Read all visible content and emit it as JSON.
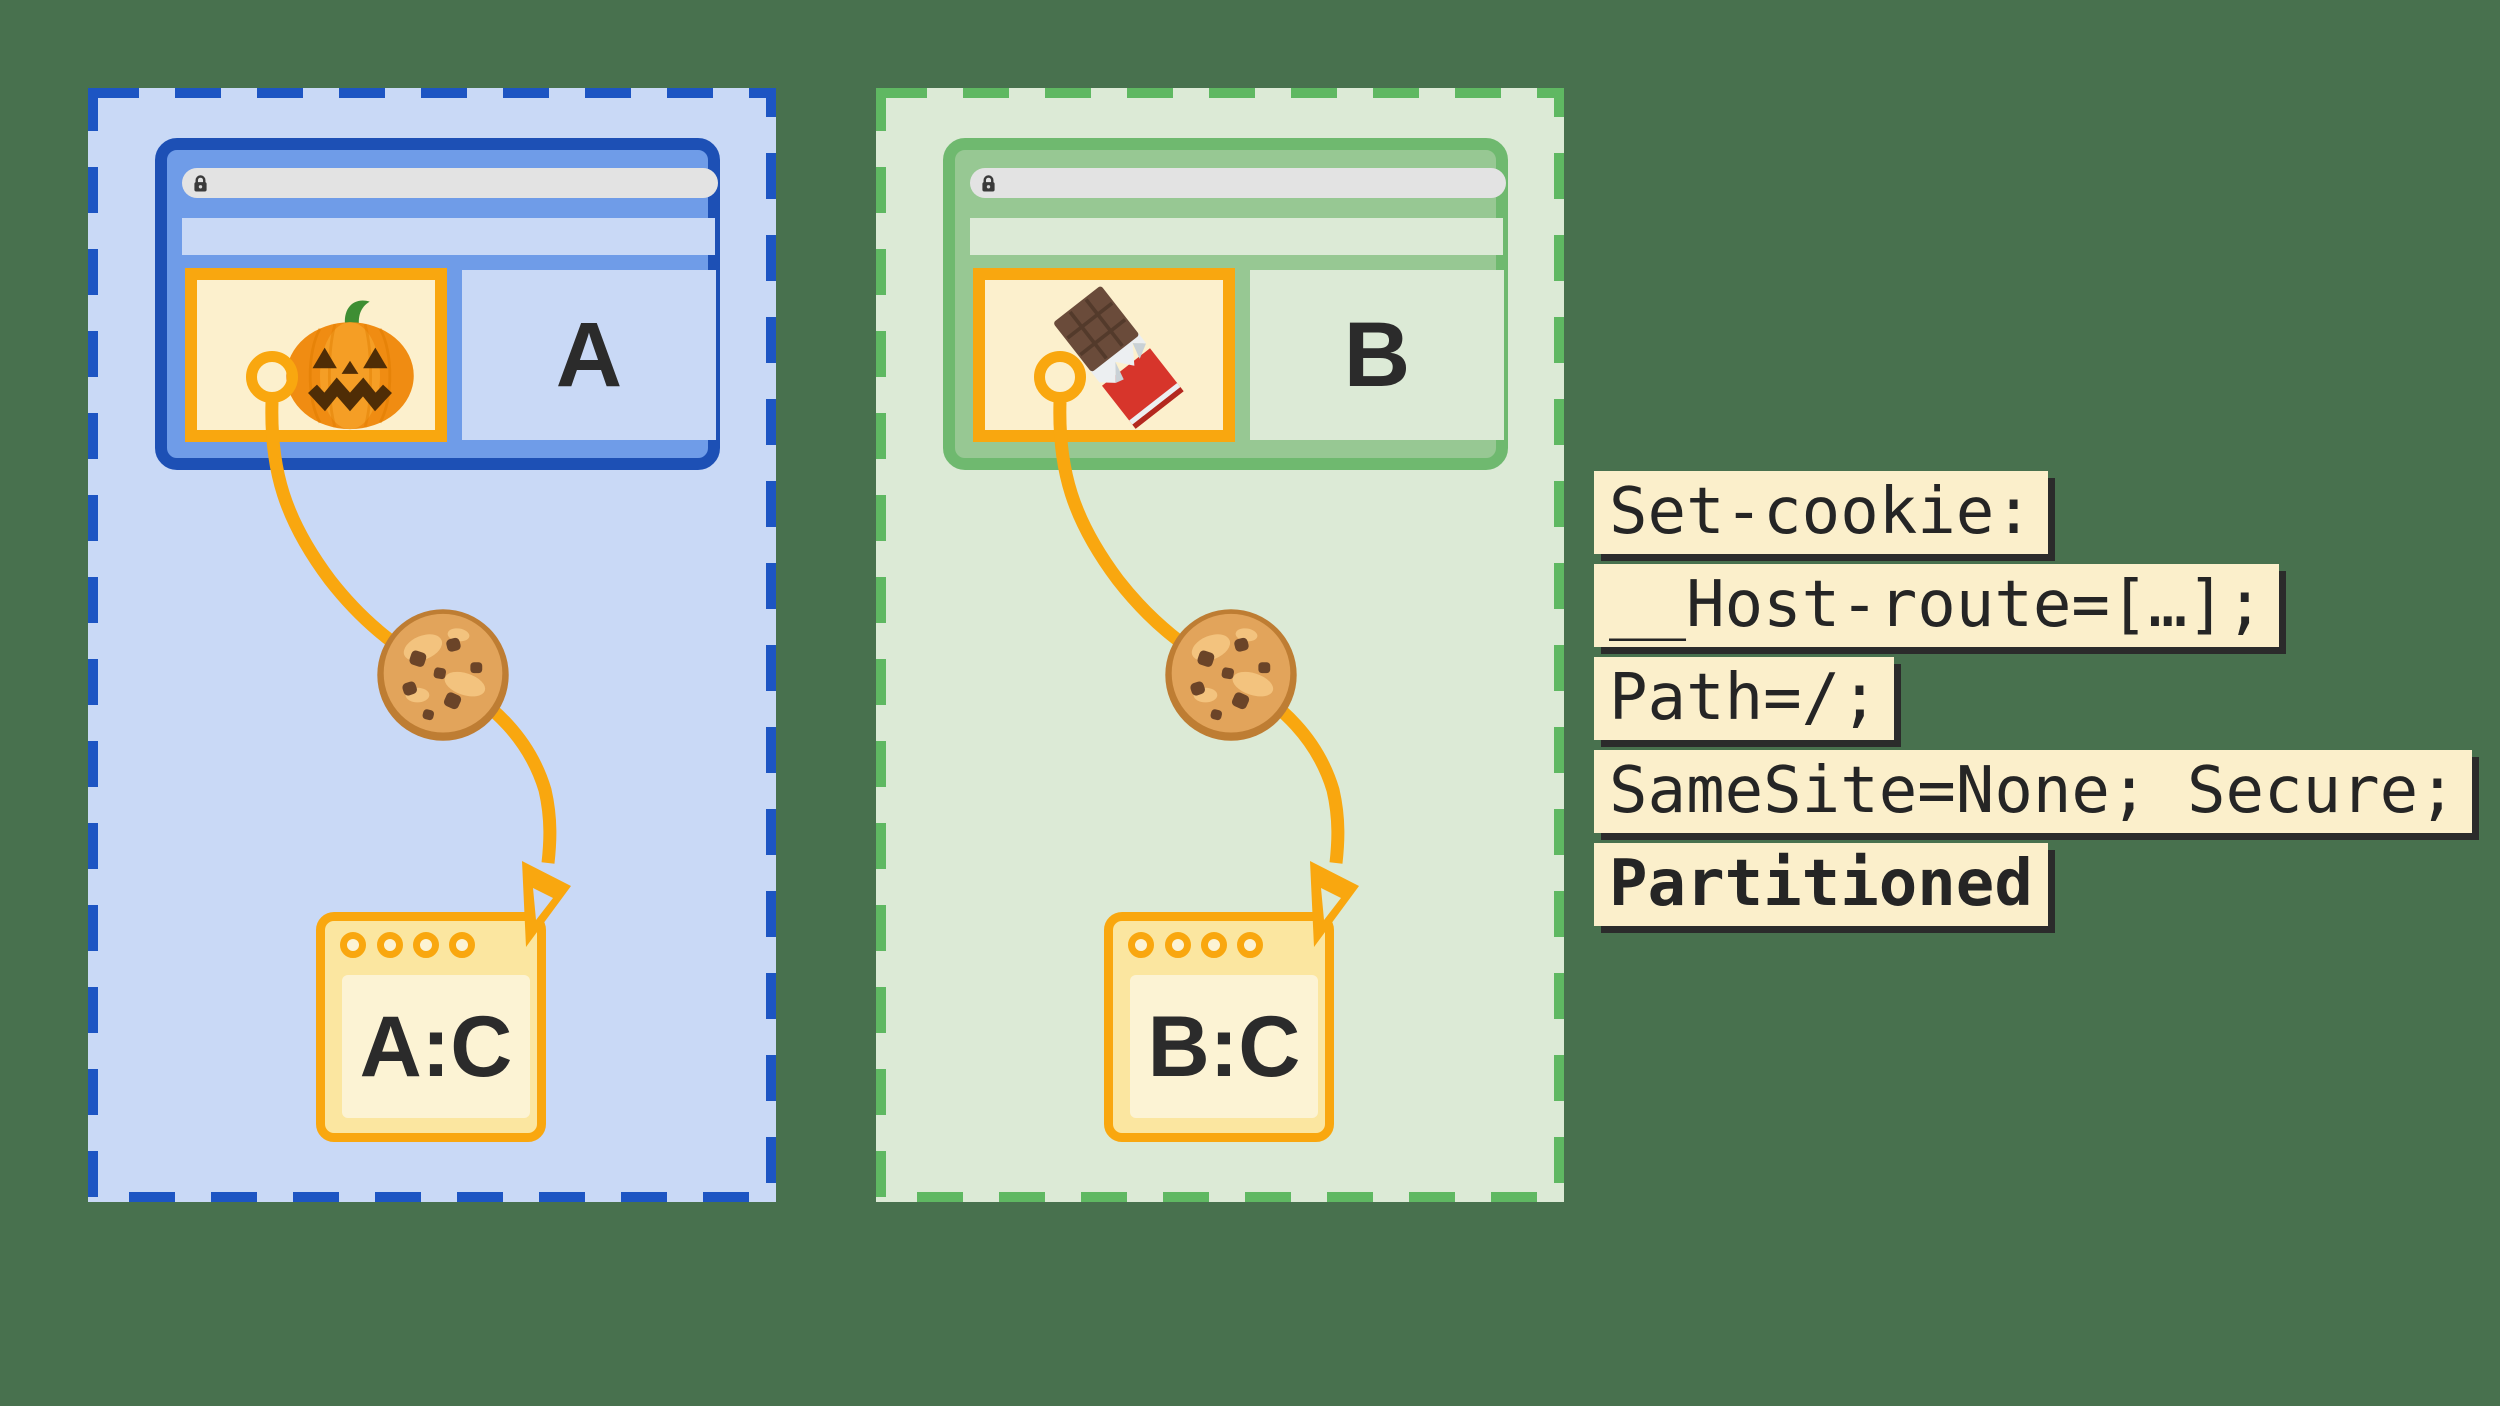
{
  "background_color": "#48714E",
  "partitions": [
    {
      "name": "partition-site-a",
      "site_label": "A",
      "storage_label": "A:C",
      "iframe_icon": "pumpkin-icon",
      "colors": {
        "container_fill": "#C9D9F6",
        "dash": "#1D55C3",
        "window_border": "#1D50B5",
        "window_fill": "#6F9CE8",
        "pane_fill": "#C9D9F6"
      }
    },
    {
      "name": "partition-site-b",
      "site_label": "B",
      "storage_label": "B:C",
      "iframe_icon": "chocolate-bar-icon",
      "colors": {
        "container_fill": "#DCEAD6",
        "dash": "#5FB862",
        "window_border": "#6FB96F",
        "window_fill": "#97C893",
        "pane_fill": "#DCEAD6"
      }
    }
  ],
  "shared_colors": {
    "url_bar_fill": "#E3E3E3",
    "lock_icon": "#3A3A3A",
    "accent_orange": "#F9A70F",
    "iframe_fill": "#FCF0CD",
    "storage_header_fill": "#FBE6A0",
    "storage_inner_fill": "#FCF3D4",
    "label_text": "#2B2B2B",
    "code_text": "#252525",
    "code_highlight": "#FBEFCB",
    "code_shadow": "#2B2B2B"
  },
  "code_block": {
    "lines": [
      {
        "text": "Set-cookie:",
        "bold": false
      },
      {
        "text": "__Host-route=[…];",
        "bold": false
      },
      {
        "text": "Path=/;",
        "bold": false
      },
      {
        "text": "SameSite=None; Secure;",
        "bold": false
      },
      {
        "text": "Partitioned",
        "bold": true
      }
    ]
  },
  "icons": {
    "lock-icon": "padlock in browser URL bar",
    "pumpkin-icon": "🎃 jack-o-lantern (embedded iframe content, site A)",
    "chocolate-bar-icon": "🍫 chocolate bar (embedded iframe content, site B)",
    "cookie-icon": "🍪 cookie travelling along connector",
    "connector-ring-icon": "ring anchor where cookie is set from iframe",
    "arrowhead-icon": "arrow into partitioned cookie storage"
  }
}
